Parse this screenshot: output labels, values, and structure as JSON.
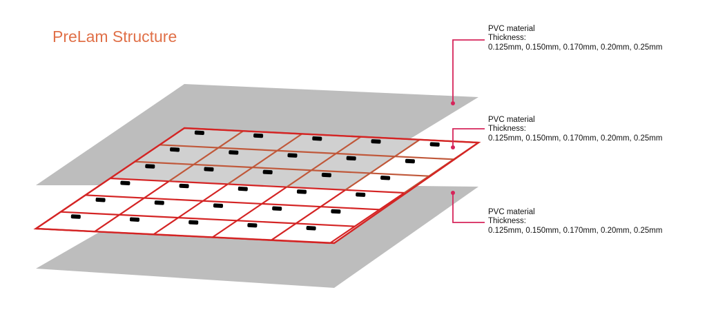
{
  "title": "PreLam Structure",
  "colors": {
    "title": "#e07048",
    "sheet": "#bdbdbd",
    "inlay_grid_upper": "#c0583a",
    "inlay_grid_lower": "#d42424",
    "chip": "#000000",
    "leader": "#d6245a"
  },
  "inlay": {
    "rows": 6,
    "cols": 5
  },
  "annotations": [
    {
      "name": "top-sheet",
      "material": "PVC material",
      "thickness_label": "Thickness:",
      "thickness_values": "0.125mm, 0.150mm, 0.170mm, 0.20mm, 0.25mm"
    },
    {
      "name": "inlay-layer",
      "material": "PVC material",
      "thickness_label": "Thickness:",
      "thickness_values": "0.125mm, 0.150mm, 0.170mm, 0.20mm, 0.25mm"
    },
    {
      "name": "bottom-sheet",
      "material": "PVC material",
      "thickness_label": "Thickness:",
      "thickness_values": "0.125mm, 0.150mm, 0.170mm, 0.20mm, 0.25mm"
    }
  ]
}
